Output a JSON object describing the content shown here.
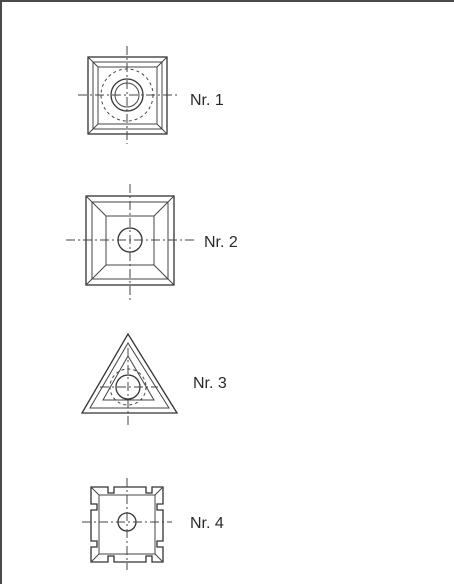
{
  "inserts": [
    {
      "label": "Nr. 1"
    },
    {
      "label": "Nr. 2"
    },
    {
      "label": "Nr. 3"
    },
    {
      "label": "Nr. 4"
    }
  ]
}
